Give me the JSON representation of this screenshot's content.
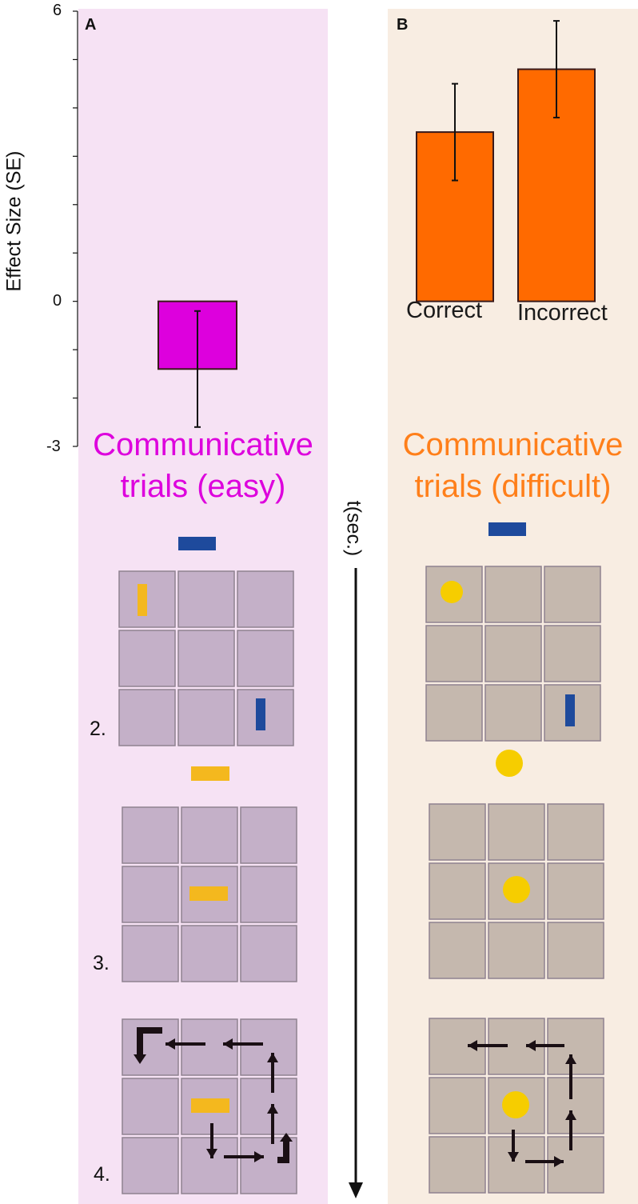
{
  "chart_data": [
    {
      "panel": "A",
      "type": "bar",
      "categories": [
        ""
      ],
      "values": [
        -1.4
      ],
      "errors": [
        1.2
      ],
      "ylabel": "Effect Size (SE)",
      "yticks": [
        "6",
        "0",
        "-3"
      ],
      "ylim": [
        -3,
        6
      ],
      "bar_color": "#dd00dd",
      "title": "Communicative trials (easy)"
    },
    {
      "panel": "B",
      "type": "bar",
      "categories": [
        "Correct",
        "Incorrect"
      ],
      "values": [
        3.5,
        4.8
      ],
      "errors": [
        1.0,
        1.0
      ],
      "ylim": [
        -3,
        6
      ],
      "bar_color": "#ff6a00",
      "title": "Communicative trials (difficult)"
    }
  ],
  "panelA": {
    "label": "A",
    "title_line1": "Communicative",
    "title_line2": "trials (easy)",
    "title_color": "#dd00dd",
    "background": "#f6e2f4",
    "steps": [
      "2.",
      "3.",
      "4."
    ]
  },
  "panelB": {
    "label": "B",
    "title_line1": "Communicative",
    "title_line2": "trials (difficult)",
    "title_color": "#ff7f1a",
    "background": "#f8ede2"
  },
  "axis": {
    "ylabel": "Effect Size (SE)",
    "tick_top": "6",
    "tick_zero": "0",
    "tick_bottom": "-3"
  },
  "timeline": {
    "label": "t(sec.)"
  },
  "colors": {
    "grid_a": "#c4b0c8",
    "grid_b": "#c5b8ae",
    "token_blue": "#1e4a9c",
    "token_yellow": "#f4b81e",
    "token_circle": "#f6cd00",
    "arrow": "#1a0f14"
  }
}
